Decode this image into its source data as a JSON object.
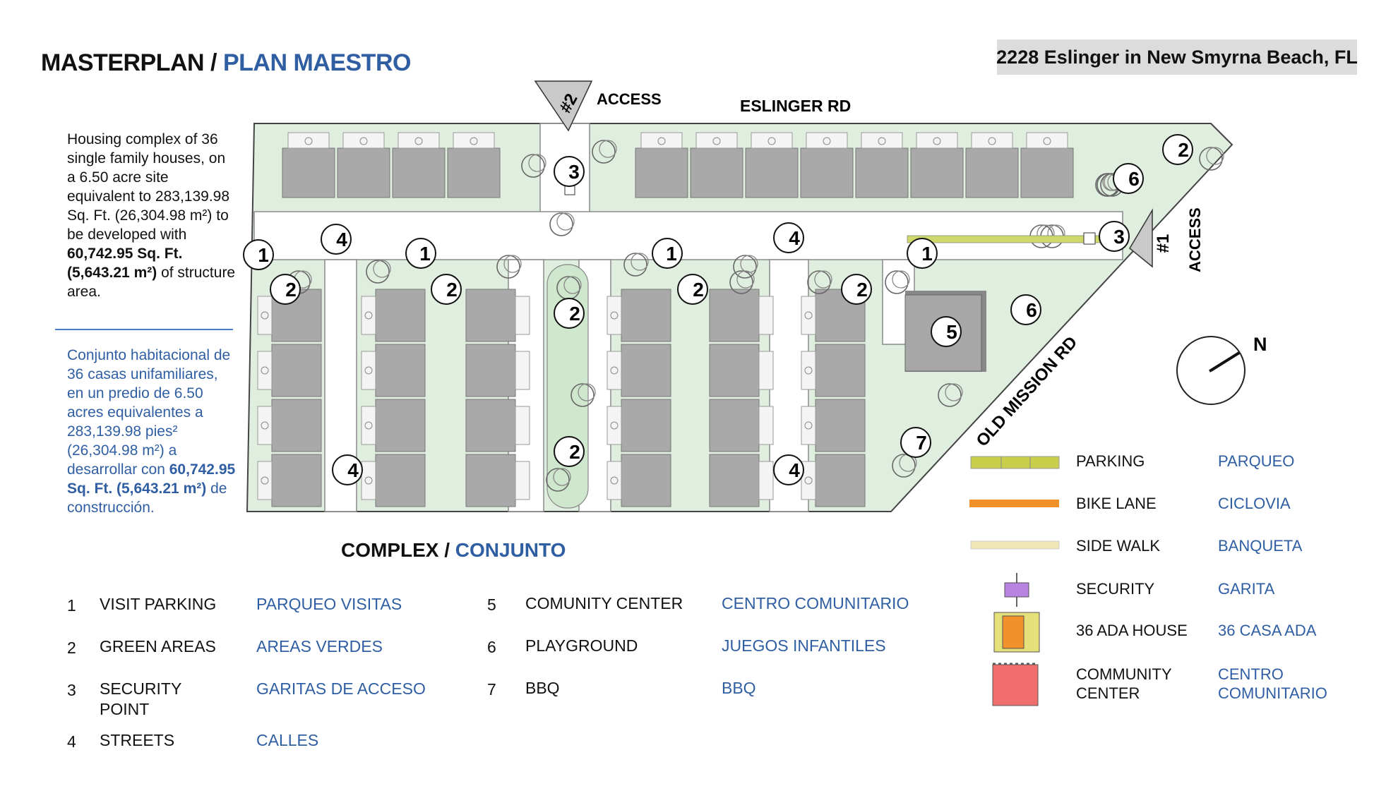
{
  "header": {
    "title_en": "MASTERPLAN /",
    "title_es": "PLAN MAESTRO",
    "address": "2228 Eslinger in New Smyrna Beach, FL"
  },
  "description": {
    "en_text": "Housing complex of 36 single family houses, on a 6.50 acre site equivalent to 283,139.98 Sq. Ft. (26,304.98 m²) to be developed with",
    "en_bold": "60,742.95 Sq. Ft. (5,643.21 m²)",
    "en_tail": " of structure area.",
    "es_text": "Conjunto habitacional de 36 casas unifamiliares, en un predio de 6.50 acres equivalentes a 283,139.98 pies² (26,304.98 m²) a desarrollar con",
    "es_bold": "60,742.95 Sq. Ft. (5,643.21 m²)",
    "es_tail": " de construcción."
  },
  "plan": {
    "road_top": "ESLINGER RD",
    "road_diagonal": "OLD MISSION RD",
    "access_top_num": "#2",
    "access_top_label": "ACCESS",
    "access_right_num": "#1",
    "access_right_label": "ACCESS",
    "north": "N",
    "markers": {
      "m1": "1",
      "m2": "2",
      "m3": "3",
      "m4": "4",
      "m5": "5",
      "m6": "6",
      "m7": "7"
    }
  },
  "subtitle": {
    "en": "COMPLEX /",
    "es": "CONJUNTO"
  },
  "key": [
    {
      "num": "1",
      "en": "VISIT PARKING",
      "es": "PARQUEO VISITAS"
    },
    {
      "num": "2",
      "en": "GREEN AREAS",
      "es": "AREAS VERDES"
    },
    {
      "num": "3",
      "en": "SECURITY POINT",
      "es": "GARITAS DE ACCESO"
    },
    {
      "num": "4",
      "en": "STREETS",
      "es": "CALLES"
    },
    {
      "num": "5",
      "en": "COMUNITY CENTER",
      "es": "CENTRO COMUNITARIO"
    },
    {
      "num": "6",
      "en": "PLAYGROUND",
      "es": "JUEGOS INFANTILES"
    },
    {
      "num": "7",
      "en": "BBQ",
      "es": "BBQ"
    }
  ],
  "legend": [
    {
      "icon": "parking-swatch",
      "en": "PARKING",
      "es": "PARQUEO",
      "color": "#c9cf4a"
    },
    {
      "icon": "bike-lane-swatch",
      "en": "BIKE LANE",
      "es": "CICLOVIA",
      "color": "#f0912a"
    },
    {
      "icon": "sidewalk-swatch",
      "en": "SIDE WALK",
      "es": "BANQUETA",
      "color": "#f3e6b5"
    },
    {
      "icon": "security-swatch",
      "en": "SECURITY",
      "es": "GARITA",
      "color": "#b784e0"
    },
    {
      "icon": "ada-house-swatch",
      "en": "36 ADA HOUSE",
      "es": "36 CASA ADA",
      "color": "#f0912a"
    },
    {
      "icon": "community-center-swatch",
      "en": "COMMUNITY CENTER",
      "es": "CENTRO COMUNITARIO",
      "color": "#f06e6e"
    }
  ]
}
